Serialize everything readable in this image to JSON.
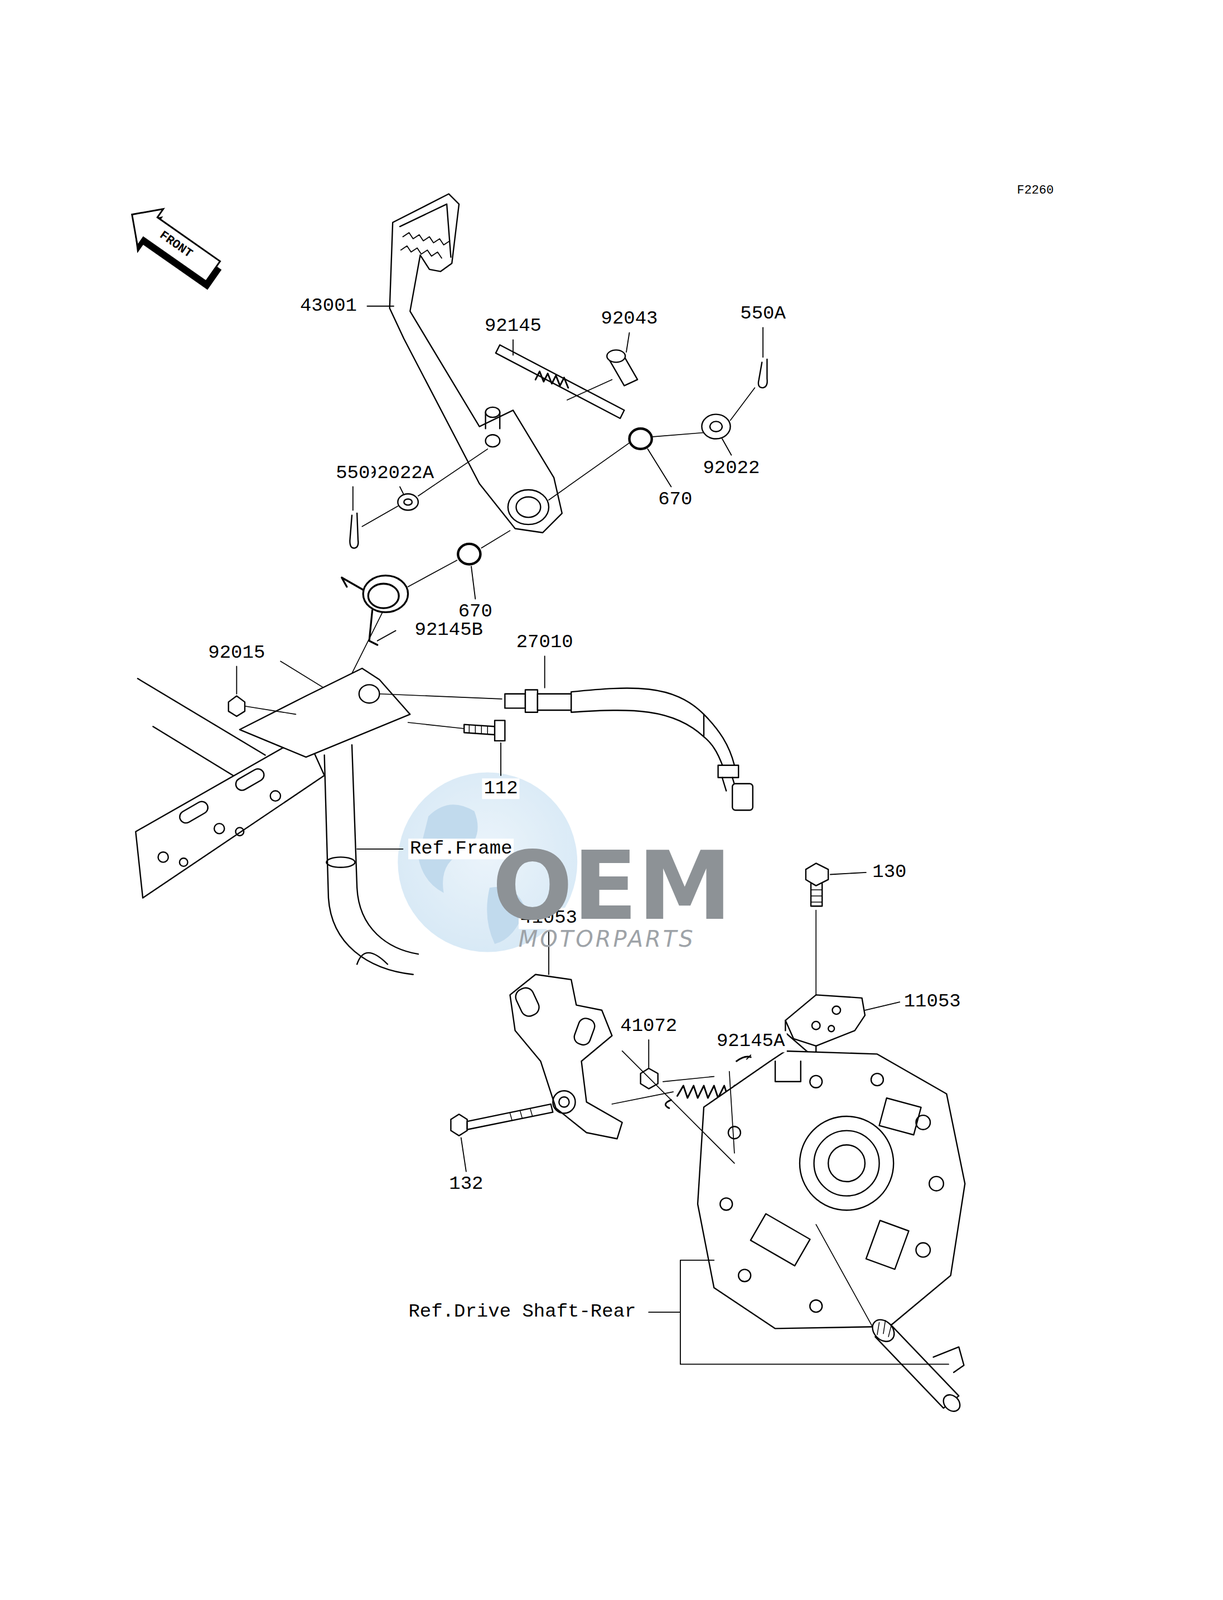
{
  "diagram": {
    "labels": [
      "F2260",
      "FRONT",
      "43001",
      "92145",
      "92043",
      "550A",
      "92022A",
      "550",
      "92022",
      "670",
      "670",
      "92145B",
      "27010",
      "92015",
      "112",
      "Ref.Frame",
      "130",
      "41053",
      "11053",
      "41072",
      "92145A",
      "132",
      "Ref.Drive Shaft-Rear",
      "OEM",
      "MOTORPARTS"
    ]
  }
}
